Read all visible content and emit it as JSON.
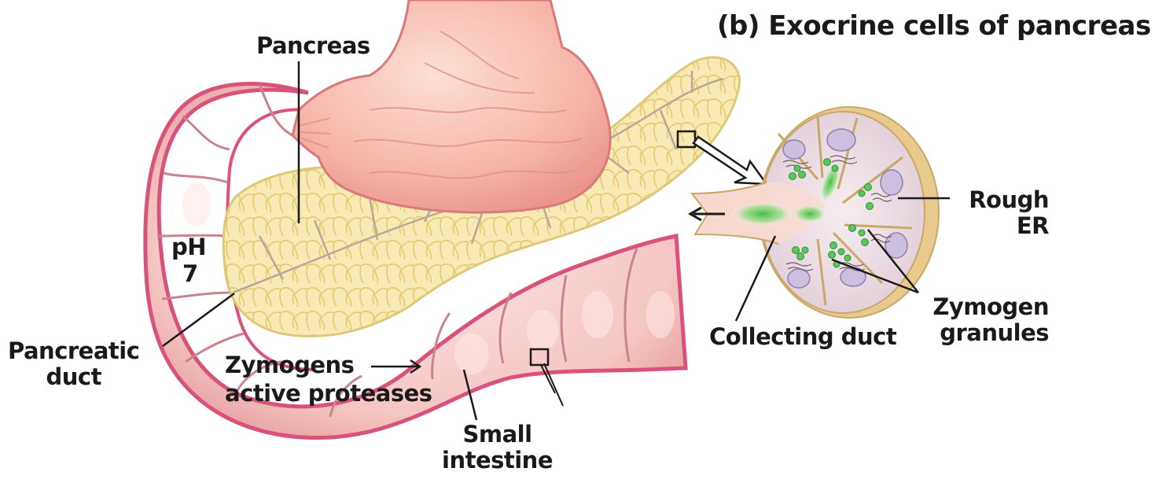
{
  "title": "(b) Exocrine cells of pancreas",
  "labels": {
    "pancreas": "Pancreas",
    "ph": "pH",
    "ph_value": "7",
    "pancreatic_duct": "Pancreatic\nduct",
    "zymogens": "Zymogens",
    "active_proteases": "active proteases",
    "small_intestine": "Small\nintestine",
    "collecting_duct": "Collecting duct",
    "rough_er": "Rough\nER",
    "zymogen_granules": "Zymogen\ngranules"
  },
  "colors": {
    "stomach": "#f6b3a6",
    "stomach_outline": "#d97a78",
    "intestine": "#f4c2c0",
    "intestine_outline": "#d9527a",
    "pancreas": "#f8eab4",
    "pancreas_outline": "#e0c87a",
    "cell": "#e9d8e0",
    "granule": "#5cc65e",
    "nucleus": "#cdbfe0"
  }
}
